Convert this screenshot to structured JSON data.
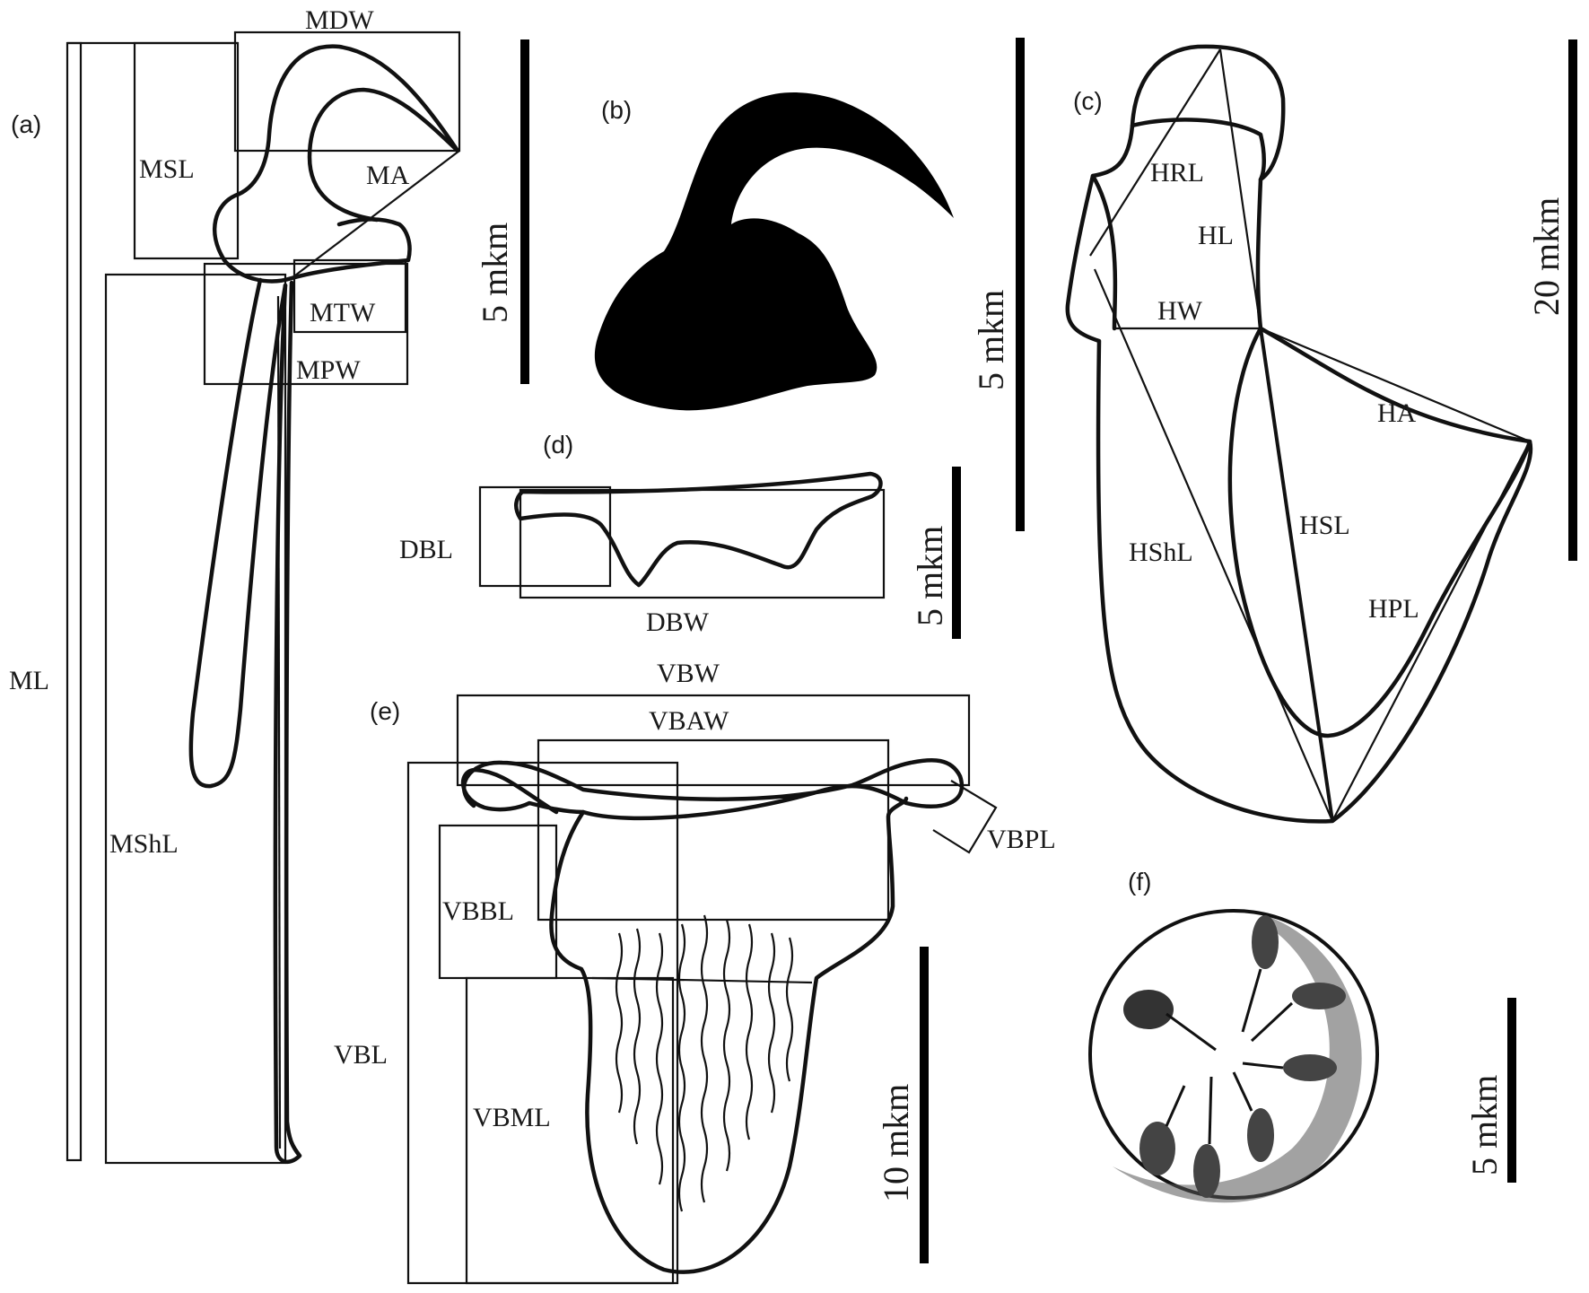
{
  "panels": {
    "a": "(a)",
    "b": "(b)",
    "c": "(c)",
    "d": "(d)",
    "e": "(e)",
    "f": "(f)"
  },
  "labels_a": {
    "mdw": "MDW",
    "msl": "MSL",
    "ma": "MA",
    "mtw": "MTW",
    "mpw": "MPW",
    "ml": "ML",
    "mshl": "MShL"
  },
  "labels_c": {
    "hrl": "HRL",
    "hl": "HL",
    "hw": "HW",
    "ha": "HA",
    "hsl": "HSL",
    "hshl": "HShL",
    "hpl": "HPL"
  },
  "labels_d": {
    "dbl": "DBL",
    "dbw": "DBW"
  },
  "labels_e": {
    "vbw": "VBW",
    "vbaw": "VBAW",
    "vbpl": "VBPL",
    "vbbl": "VBBL",
    "vbl": "VBL",
    "vbml": "VBML"
  },
  "scales": {
    "a": "5 mkm",
    "b": "5 mkm",
    "c": "20 mkm",
    "d": "5 mkm",
    "e": "10 mkm",
    "f": "5 mkm"
  }
}
